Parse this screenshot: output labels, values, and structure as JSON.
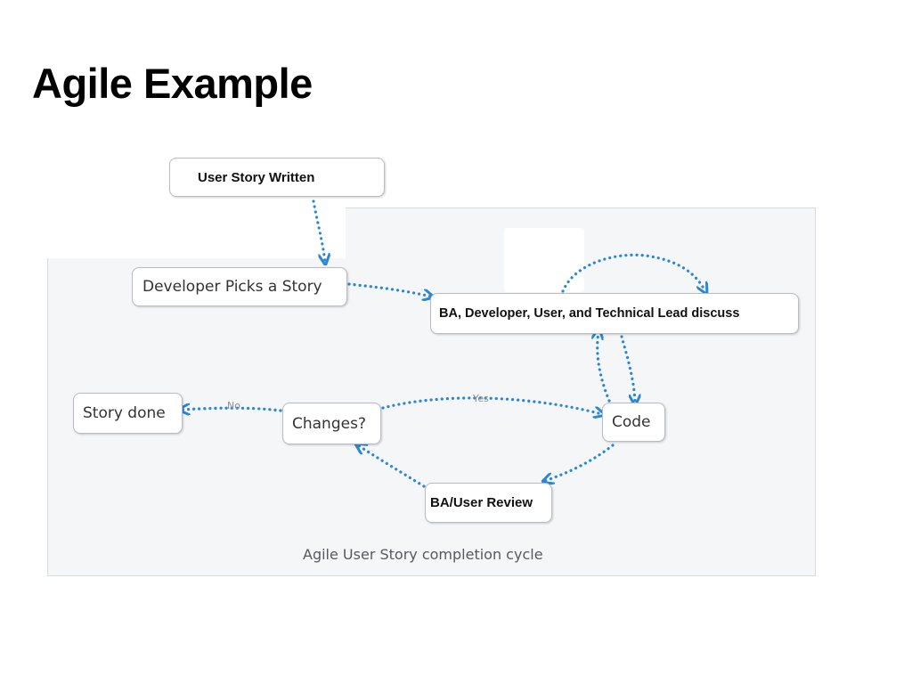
{
  "slide": {
    "title": "Agile Example"
  },
  "diagram": {
    "nodes": {
      "user_story_written": "User Story Written",
      "developer_picks": "Developer Picks a Story",
      "discuss": "BA, Developer, User, and Technical Lead discuss",
      "story_done": "Story done",
      "changes": "Changes?",
      "code": "Code",
      "review": "BA/User Review"
    },
    "edge_labels": {
      "no": "No",
      "yes": "Yes"
    },
    "caption": "Agile User Story completion cycle",
    "colors": {
      "arrow": "#2a86d6",
      "panel": "#f5f6f7",
      "node_border": "#b9bdc2"
    }
  }
}
